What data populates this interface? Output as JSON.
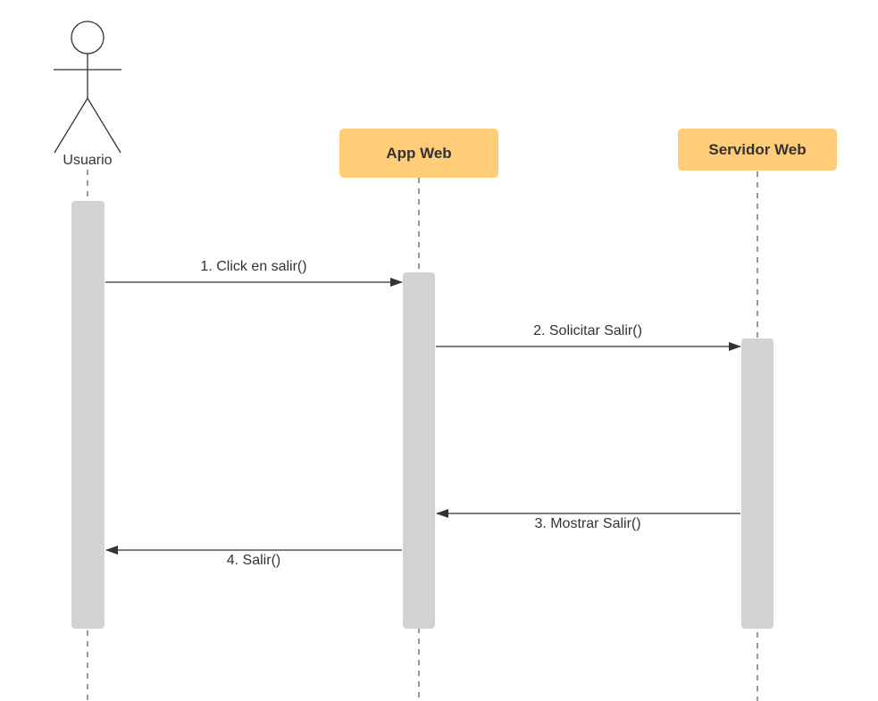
{
  "diagram": {
    "actor": {
      "name": "Usuario"
    },
    "participants": [
      {
        "name": "App Web"
      },
      {
        "name": "Servidor Web"
      }
    ],
    "messages": [
      {
        "label": "1. Click en salir()"
      },
      {
        "label": "2. Solicitar Salir()"
      },
      {
        "label": "3. Mostrar Salir()"
      },
      {
        "label": "4. Salir()"
      }
    ],
    "colors": {
      "participant_fill": "#ffcc77",
      "activation_fill": "#d3d3d5",
      "line": "#333333"
    }
  }
}
